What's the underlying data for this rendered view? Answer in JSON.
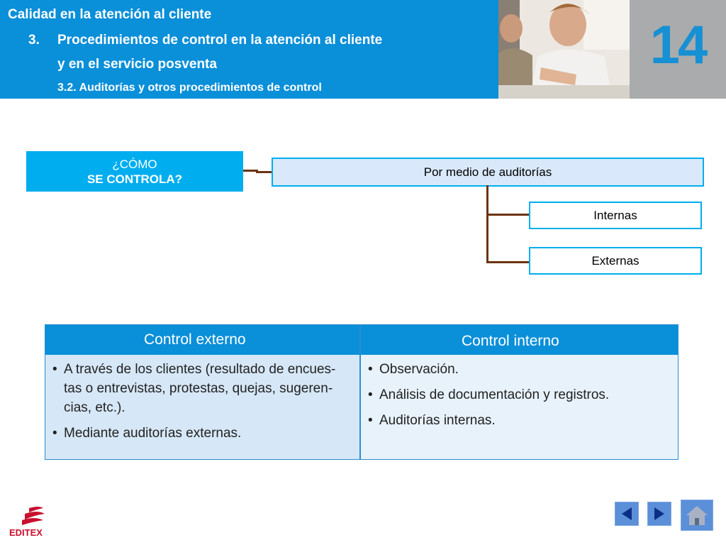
{
  "header": {
    "title": "Calidad en la atención al cliente",
    "section_number": "3.",
    "section_line1": "Procedimientos de control en la atención al cliente",
    "section_line2": "y en el servicio posventa",
    "subsection": "3.2. Auditorías y otros procedimientos de control",
    "chapter_number": "14"
  },
  "diagram": {
    "question_line1": "¿CÓMO",
    "question_line2": "SE CONTROLA?",
    "main_node": "Por medio de auditorías",
    "children": [
      "Internas",
      "Externas"
    ]
  },
  "table": {
    "external": {
      "heading": "Control externo",
      "items": [
        "A través de los clientes (resultado de encues- tas o entrevistas, protestas, quejas, sugeren- cias, etc.).",
        "Mediante auditorías externas."
      ]
    },
    "internal": {
      "heading": "Control interno",
      "items": [
        "Observación.",
        "Análisis de documentación y registros.",
        "Auditorías internas."
      ]
    }
  },
  "footer": {
    "logo_text": "EDITEX",
    "nav": [
      "previous-icon",
      "next-icon",
      "home-icon"
    ]
  },
  "colors": {
    "header_blue": "#0a8fd9",
    "node_cyan": "#00aeef",
    "connector_brown": "#6b3410",
    "logo_red": "#c8102e",
    "nav_blue": "#5b8fd8"
  }
}
